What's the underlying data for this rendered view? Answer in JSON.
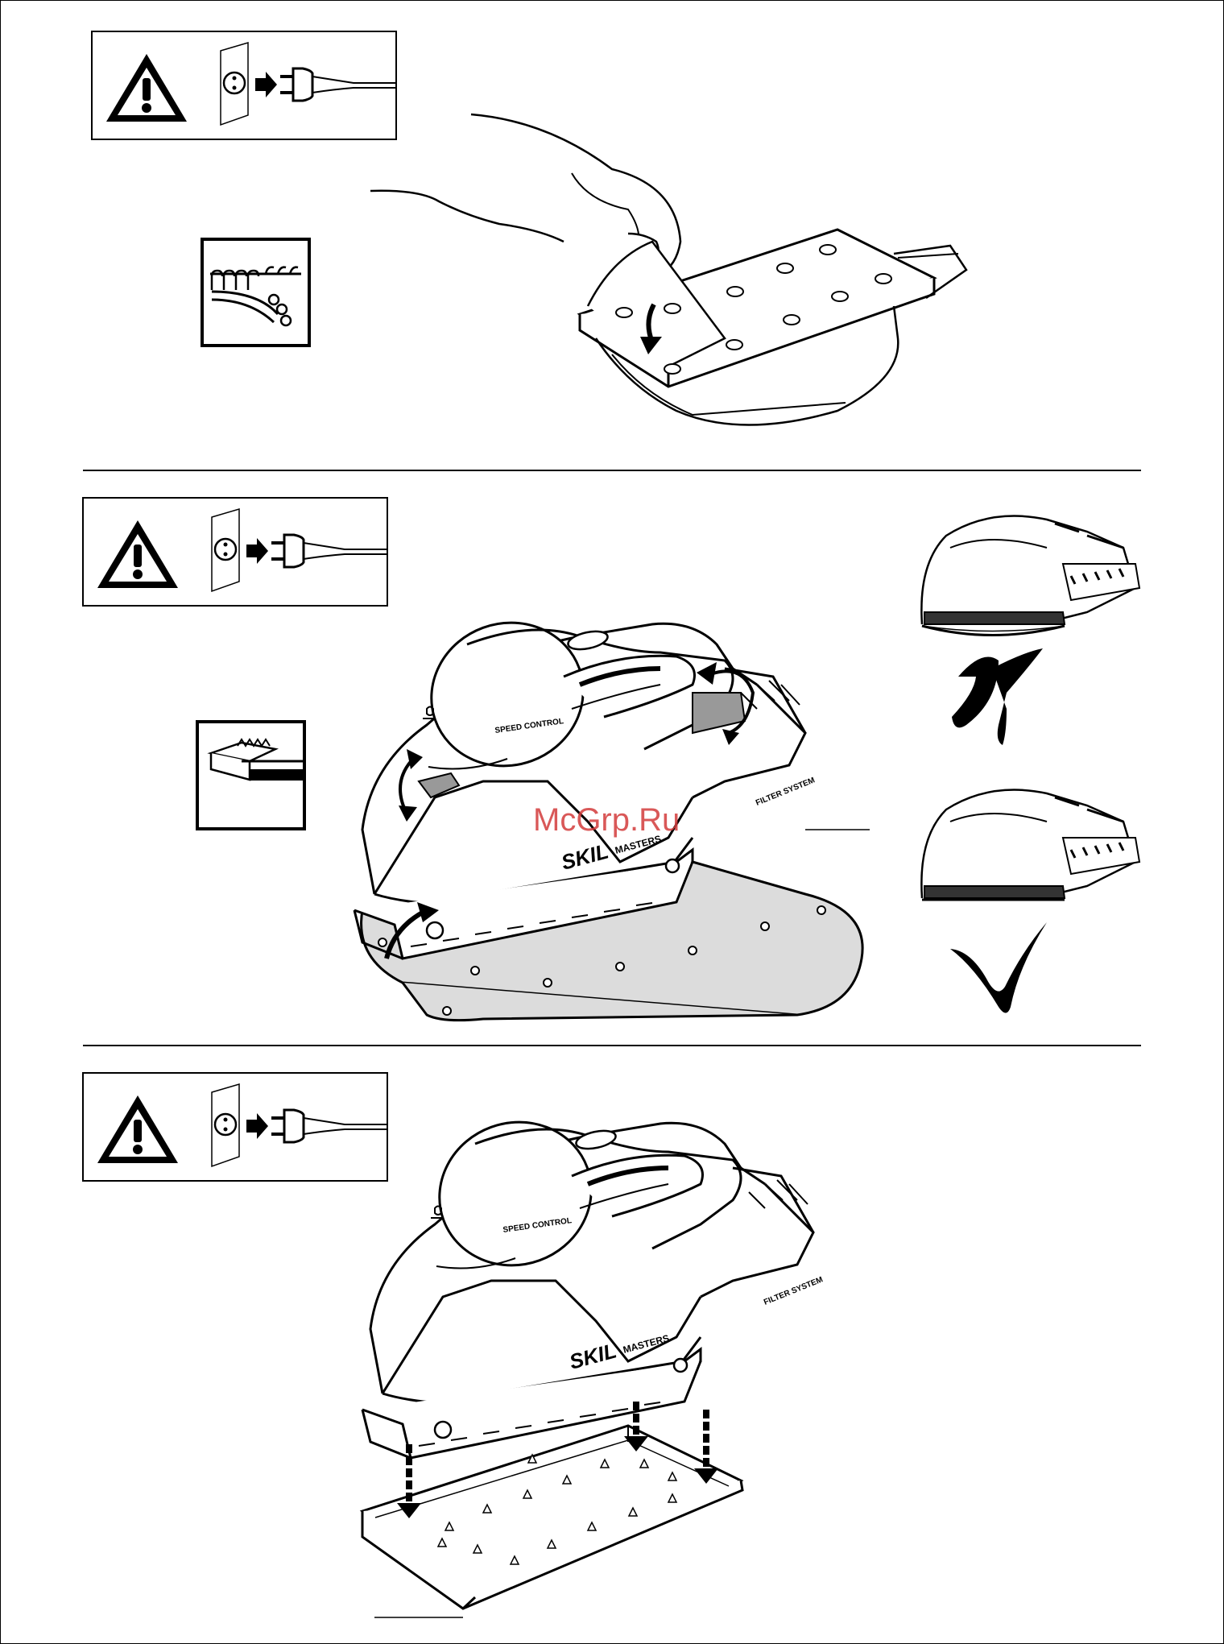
{
  "watermark": "McGrp.Ru",
  "panel_1": {
    "description_icons": [
      "warning-icon",
      "unplug-icon",
      "velcro-icon"
    ]
  },
  "panel_2": {
    "speed_control_label": "SPEED CONTROL",
    "brand_label": "SKIL",
    "series_label": "MASTERS",
    "filter_label": "FILTER SYSTEM"
  },
  "panel_3": {
    "speed_control_label": "SPEED CONTROL",
    "brand_label": "SKIL",
    "series_label": "MASTERS",
    "filter_label": "FILTER SYSTEM"
  }
}
